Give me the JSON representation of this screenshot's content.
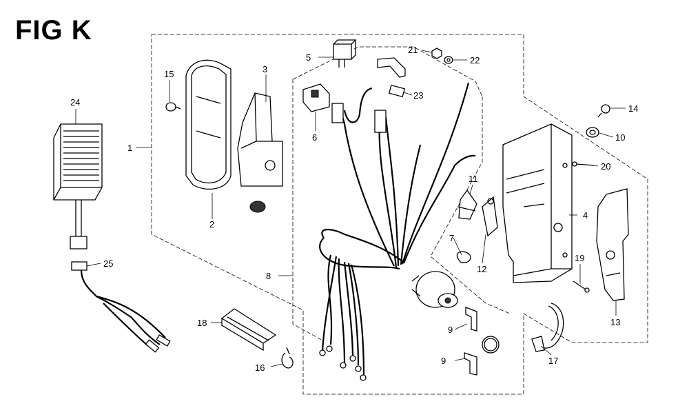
{
  "figure": {
    "title": "FIG K"
  },
  "callouts": [
    {
      "id": "c1",
      "text": "1"
    },
    {
      "id": "c2",
      "text": "2"
    },
    {
      "id": "c3",
      "text": "3"
    },
    {
      "id": "c4",
      "text": "4"
    },
    {
      "id": "c5",
      "text": "5"
    },
    {
      "id": "c6",
      "text": "6"
    },
    {
      "id": "c7",
      "text": "7"
    },
    {
      "id": "c8",
      "text": "8"
    },
    {
      "id": "c9a",
      "text": "9"
    },
    {
      "id": "c9b",
      "text": "9"
    },
    {
      "id": "c10",
      "text": "10"
    },
    {
      "id": "c11",
      "text": "11"
    },
    {
      "id": "c12",
      "text": "12"
    },
    {
      "id": "c13",
      "text": "13"
    },
    {
      "id": "c14",
      "text": "14"
    },
    {
      "id": "c15",
      "text": "15"
    },
    {
      "id": "c16",
      "text": "16"
    },
    {
      "id": "c17",
      "text": "17"
    },
    {
      "id": "c18",
      "text": "18"
    },
    {
      "id": "c19",
      "text": "19"
    },
    {
      "id": "c20",
      "text": "20"
    },
    {
      "id": "c21",
      "text": "21"
    },
    {
      "id": "c22",
      "text": "22"
    },
    {
      "id": "c23",
      "text": "23"
    },
    {
      "id": "c24",
      "text": "24"
    },
    {
      "id": "c25",
      "text": "25"
    }
  ]
}
